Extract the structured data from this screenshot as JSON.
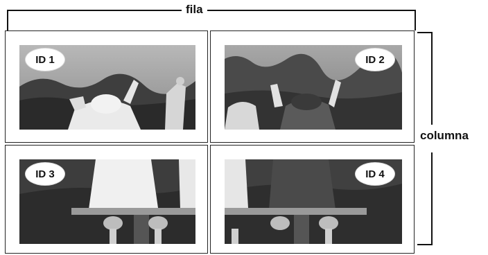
{
  "labels": {
    "row": "fila",
    "column": "columna"
  },
  "cells": [
    {
      "id_label": "ID 1",
      "badge_side": "left",
      "scene": "arms-raised"
    },
    {
      "id_label": "ID 2",
      "badge_side": "right",
      "scene": "arms-raised"
    },
    {
      "id_label": "ID 3",
      "badge_side": "left",
      "scene": "seated-bench"
    },
    {
      "id_label": "ID 4",
      "badge_side": "right",
      "scene": "seated-bench"
    }
  ],
  "colors": {
    "line": "#111111",
    "cell_border": "#222222",
    "badge_fill": "#ffffff"
  }
}
